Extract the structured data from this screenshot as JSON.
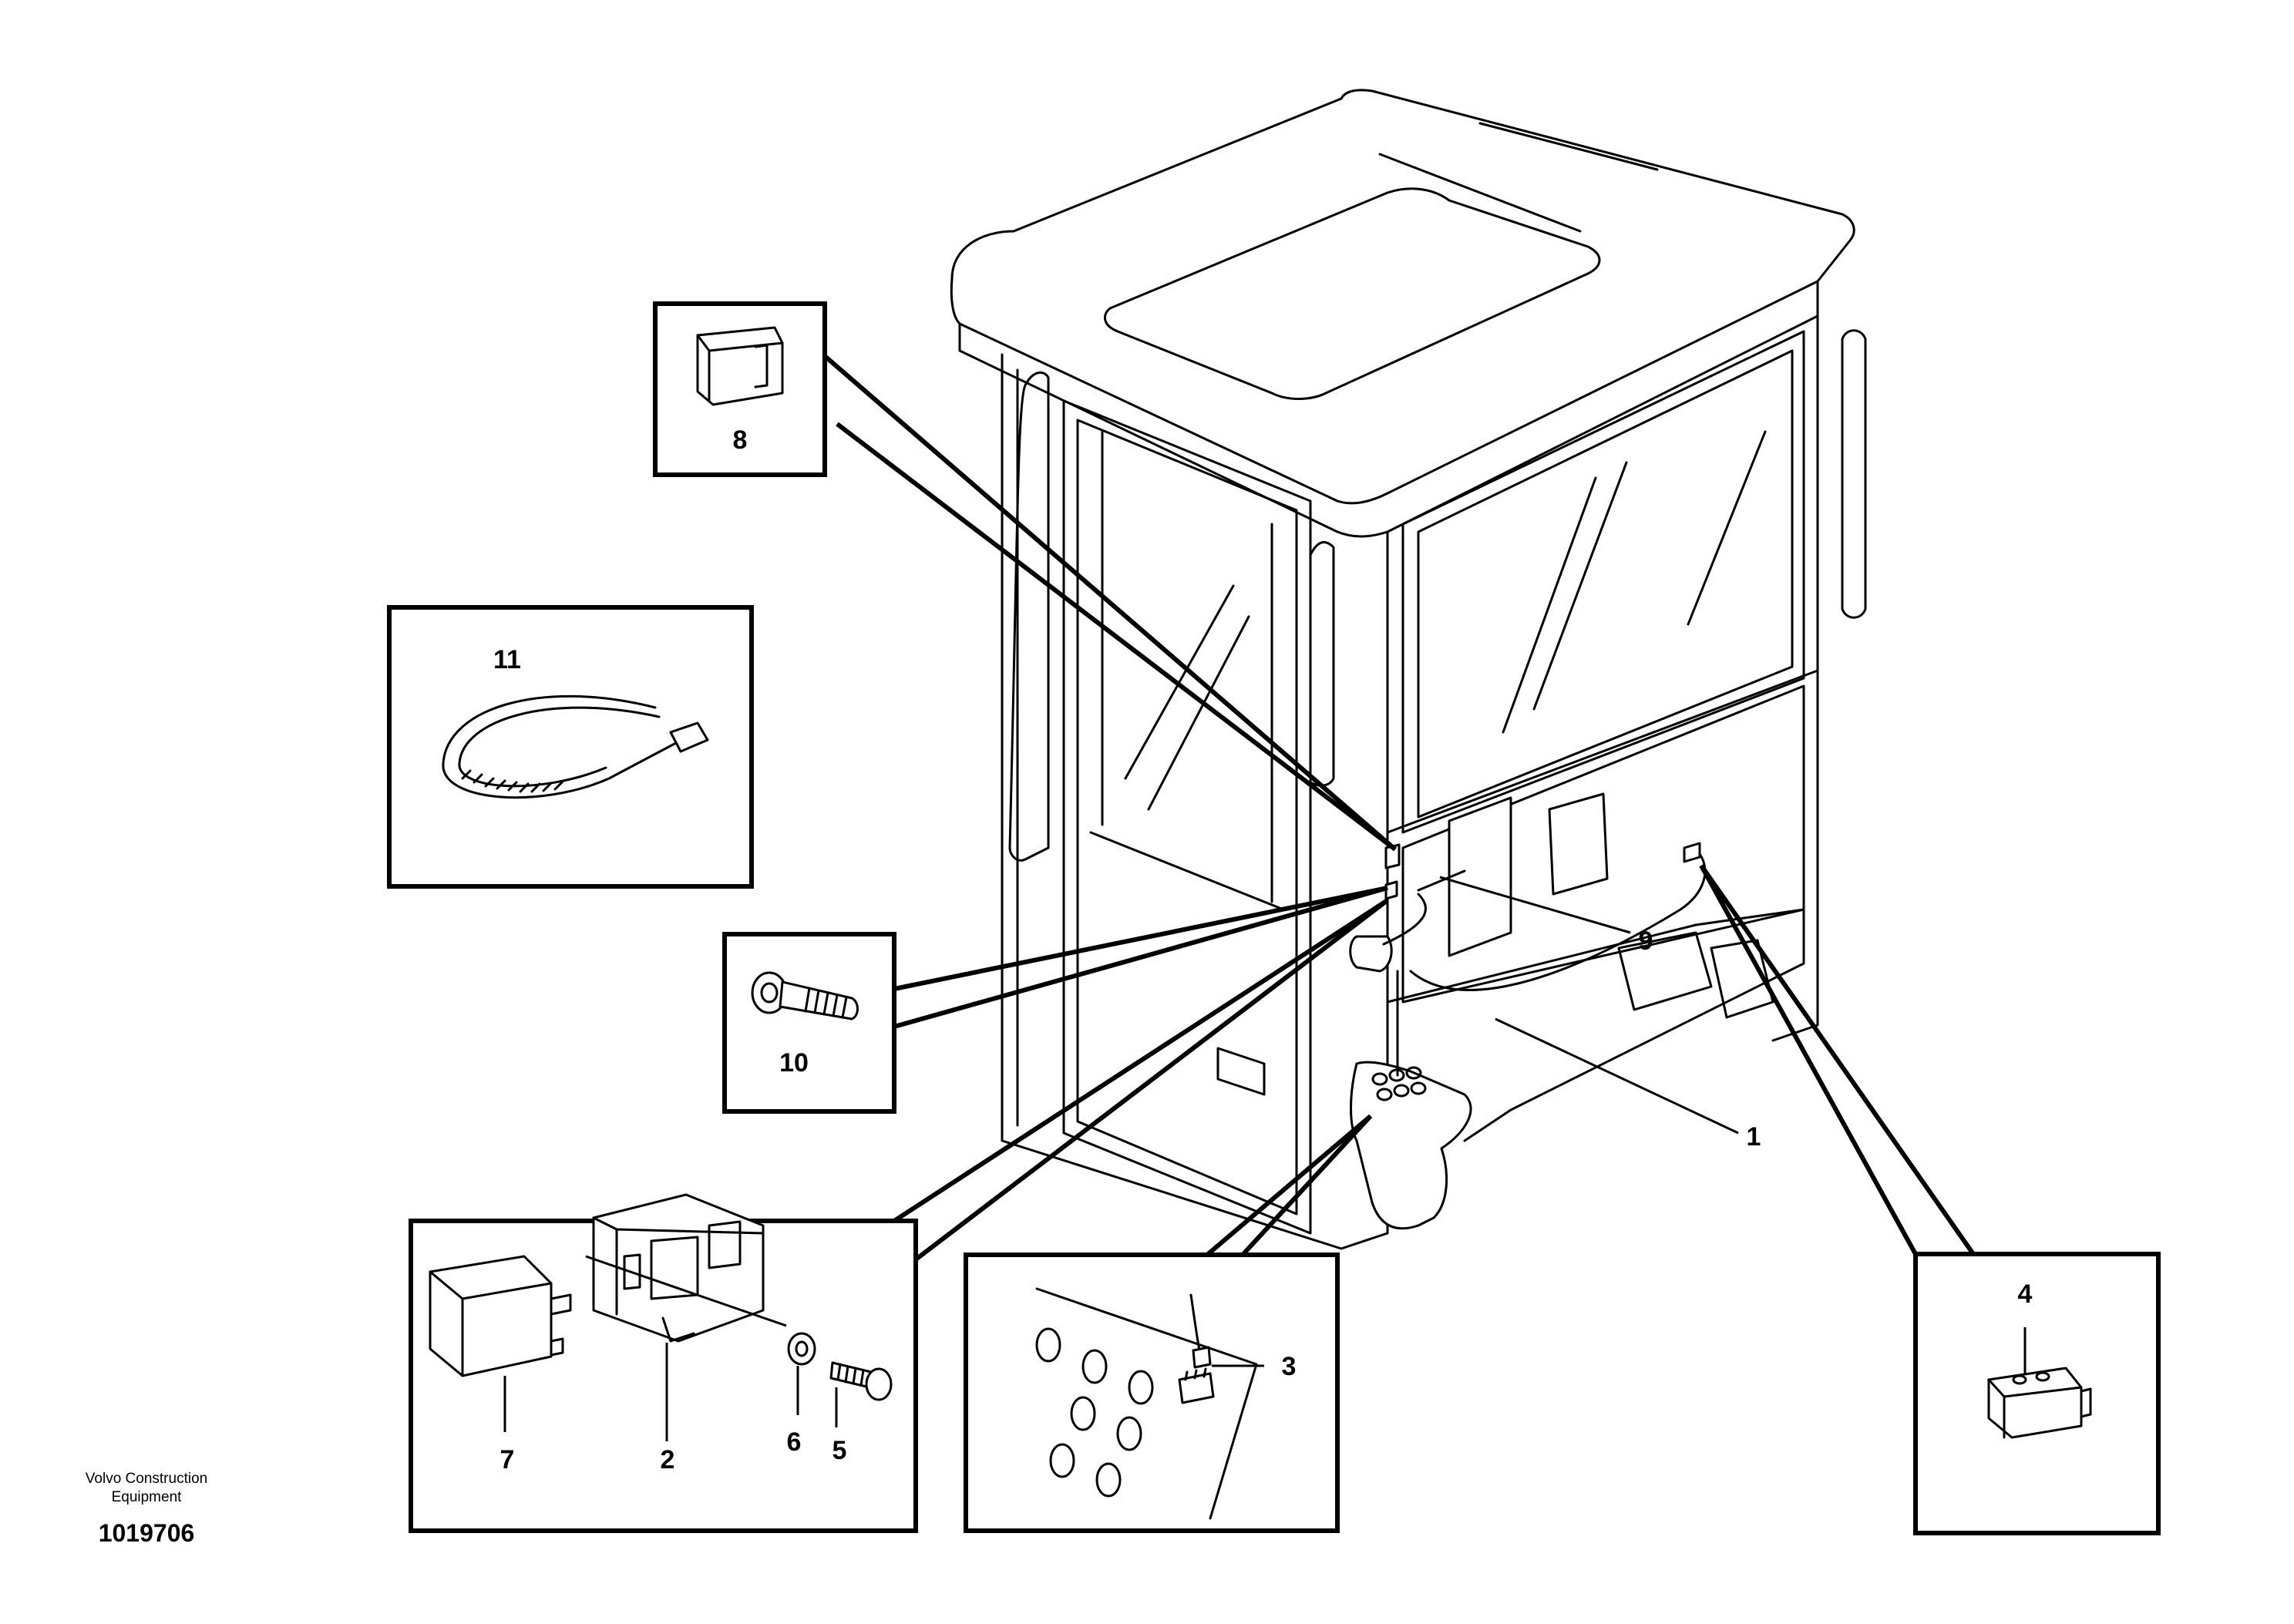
{
  "labels": {
    "p1": "1",
    "p2": "2",
    "p3": "3",
    "p4": "4",
    "p5": "5",
    "p6": "6",
    "p7": "7",
    "p8": "8",
    "p9": "9",
    "p10": "10",
    "p11": "11"
  },
  "footer": {
    "company_line1": "Volvo Construction",
    "company_line2": "Equipment",
    "document_number": "1019706"
  }
}
